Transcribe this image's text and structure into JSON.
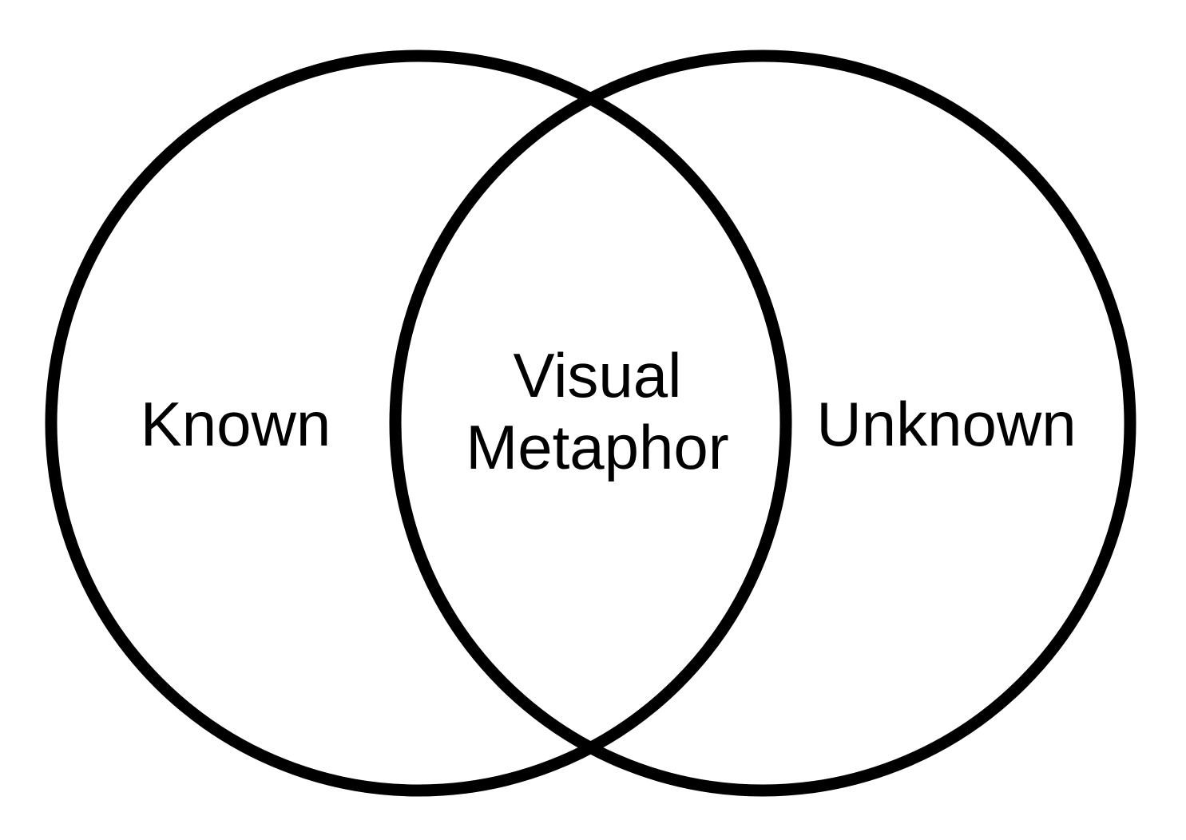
{
  "venn": {
    "sets": [
      {
        "label": "Known"
      },
      {
        "label": "Unknown"
      }
    ],
    "intersection": {
      "lines": [
        "Visual",
        "Metaphor"
      ]
    }
  },
  "colors": {
    "stroke": "#000000",
    "text": "#000000",
    "background": "#ffffff"
  }
}
